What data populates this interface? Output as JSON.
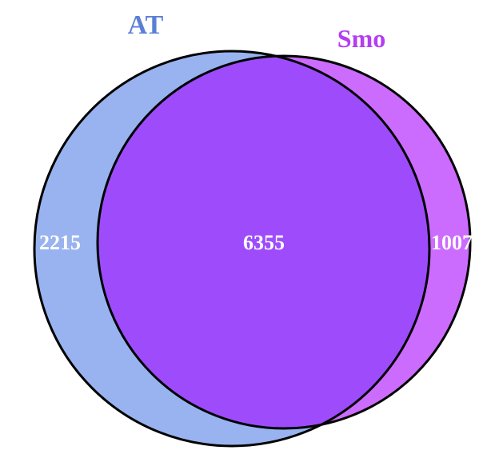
{
  "venn": {
    "sets": [
      {
        "id": "at",
        "label": "AT",
        "color": "#98b3ef",
        "label_color": "#5b7fd6"
      },
      {
        "id": "smo",
        "label": "Smo",
        "color": "#cc6cfe",
        "label_color": "#b43df2"
      }
    ],
    "intersection_color": "#9e4cfb",
    "outline_color": "#000000",
    "counts": {
      "at_only": "2215",
      "both": "6355",
      "smo_only": "1007"
    }
  }
}
